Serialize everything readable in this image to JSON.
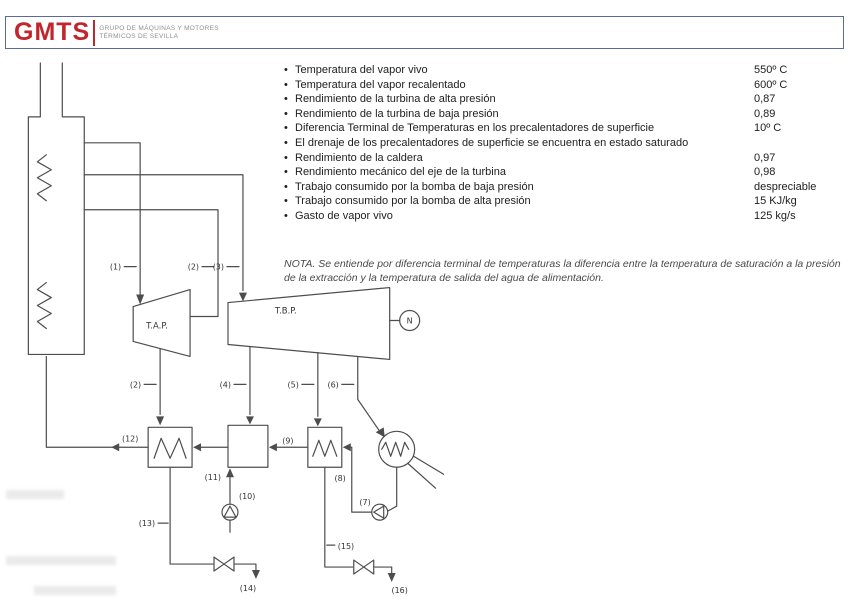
{
  "header": {
    "logo_text": "GMTS",
    "logo_sub1": "GRUPO DE MÁQUINAS Y MOTORES",
    "logo_sub2": "TÉRMICOS DE SEVILLA",
    "brand_red": "#c0272d",
    "border_color": "#5a6b9a"
  },
  "problem": {
    "bullet": "•",
    "items": [
      {
        "label": "Temperatura del vapor vivo",
        "value": "550º C"
      },
      {
        "label": "Temperatura del vapor recalentado",
        "value": "600º C"
      },
      {
        "label": "Rendimiento de la turbina de alta presión",
        "value": "0,87"
      },
      {
        "label": "Rendimiento de la turbina de baja presión",
        "value": "0,89"
      },
      {
        "label": "Diferencia Terminal de Temperaturas en los precalentadores de superficie",
        "value": "10º C"
      },
      {
        "label": "El drenaje de los precalentadores de superficie se encuentra en estado saturado",
        "value": ""
      },
      {
        "label": "Rendimiento de la caldera",
        "value": "0,97"
      },
      {
        "label": "Rendimiento mecánico del eje de la turbina",
        "value": "0,98"
      },
      {
        "label": "Trabajo consumido por la bomba de baja presión",
        "value": "despreciable"
      },
      {
        "label": "Trabajo consumido por la bomba de alta presión",
        "value": "15 KJ/kg"
      },
      {
        "label": "Gasto de vapor vivo",
        "value": "125 kg/s"
      }
    ],
    "note": "NOTA. Se entiende por diferencia terminal de temperaturas la diferencia entre la temperatura de saturación a la presión de la extracción y la temperatura de salida del agua de alimentación."
  },
  "diagram": {
    "labels": {
      "tap": "T.A.P.",
      "tbp": "T.B.P.",
      "generator": "N",
      "n1": "(1)",
      "n2": "(2)",
      "n3": "(3)",
      "n2b": "(2)",
      "n4": "(4)",
      "n5": "(5)",
      "n6": "(6)",
      "n7": "(7)",
      "n8": "(8)",
      "n9": "(9)",
      "n10": "(10)",
      "n11": "(11)",
      "n12": "(12)",
      "n13": "(13)",
      "n14": "(14)",
      "n15": "(15)",
      "n16": "(16)"
    }
  }
}
